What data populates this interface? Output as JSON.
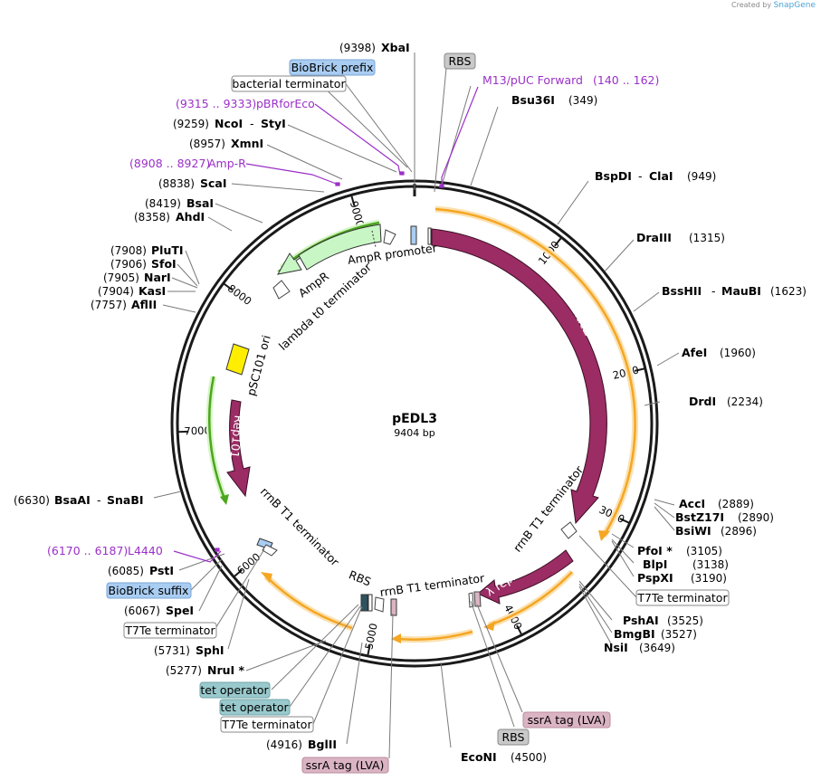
{
  "brand": {
    "created_by": "Created by",
    "name": "SnapGene"
  },
  "plasmid": {
    "name": "pEDL3",
    "size": "9404 bp"
  },
  "ticks": [
    {
      "label": "1000",
      "bp": 1000
    },
    {
      "label": "2000",
      "bp": 2000
    },
    {
      "label": "3000",
      "bp": 3000
    },
    {
      "label": "4000",
      "bp": 4000
    },
    {
      "label": "5000",
      "bp": 5000
    },
    {
      "label": "6000",
      "bp": 6000
    },
    {
      "label": "7000",
      "bp": 7000
    },
    {
      "label": "8000",
      "bp": 8000
    },
    {
      "label": "9000",
      "bp": 9000
    }
  ],
  "enzymes_top_left": [
    {
      "pos": "(9398)",
      "name": "XbaI"
    },
    {
      "pos": "(9259)",
      "name": "NcoI",
      "alt": "StyI"
    },
    {
      "pos": "(8957)",
      "name": "XmnI"
    },
    {
      "pos": "(8838)",
      "name": "ScaI"
    },
    {
      "pos": "(8419)",
      "name": "BsaI"
    },
    {
      "pos": "(8358)",
      "name": "AhdI"
    },
    {
      "pos": "(7908)",
      "name": "PluTI"
    },
    {
      "pos": "(7906)",
      "name": "SfoI"
    },
    {
      "pos": "(7905)",
      "name": "NarI"
    },
    {
      "pos": "(7904)",
      "name": "KasI"
    },
    {
      "pos": "(7757)",
      "name": "AflII"
    },
    {
      "pos": "(6630)",
      "name": "BsaAI",
      "alt": "SnaBI"
    }
  ],
  "enzymes_right": [
    {
      "pos": "(349)",
      "name": "Bsu36I"
    },
    {
      "pos": "(949)",
      "name": "BspDI",
      "alt": "ClaI"
    },
    {
      "pos": "(1315)",
      "name": "DraIII"
    },
    {
      "pos": "(1623)",
      "name": "BssHII",
      "alt": "MauBI"
    },
    {
      "pos": "(1960)",
      "name": "AfeI"
    },
    {
      "pos": "(2234)",
      "name": "DrdI"
    },
    {
      "pos": "(2889)",
      "name": "AccI"
    },
    {
      "pos": "(2890)",
      "name": "BstZ17I"
    },
    {
      "pos": "(2896)",
      "name": "BsiWI"
    },
    {
      "pos": "(3105)",
      "name": "PfoI *"
    },
    {
      "pos": "(3138)",
      "name": "BlpI"
    },
    {
      "pos": "(3190)",
      "name": "PspXI"
    },
    {
      "pos": "(3525)",
      "name": "PshAI"
    },
    {
      "pos": "(3527)",
      "name": "BmgBI"
    },
    {
      "pos": "(3649)",
      "name": "NsiI"
    }
  ],
  "enzymes_bottom_left": [
    {
      "pos": "(6085)",
      "name": "PstI"
    },
    {
      "pos": "(6067)",
      "name": "SpeI"
    },
    {
      "pos": "(5731)",
      "name": "SphI"
    },
    {
      "pos": "(5277)",
      "name": "NruI *"
    },
    {
      "pos": "(4916)",
      "name": "BglII"
    },
    {
      "pos": "(4500)",
      "name": "EcoNI"
    }
  ],
  "primers": [
    {
      "name": "M13/pUC Forward",
      "range": "(140 .. 162)"
    },
    {
      "name": "pBRforEco",
      "range": "(9315 .. 9333)"
    },
    {
      "name": "Amp-R",
      "range": "(8908 .. 8927)"
    },
    {
      "name": "L4440",
      "range": "(6170 .. 6187)"
    }
  ],
  "boxed_labels": {
    "rbs_top": "RBS",
    "biobrick_prefix": "BioBrick prefix",
    "bacterial_terminator": "bacterial terminator",
    "t7te_right": "T7Te terminator",
    "biobrick_suffix": "BioBrick suffix",
    "t7te_left": "T7Te terminator",
    "tet_operator_1": "tet operator",
    "tet_operator_2": "tet operator",
    "t7te_bottom": "T7Te terminator",
    "ssra_bottom": "ssrA tag (LVA)",
    "ssra_right": "ssrA tag (LVA)",
    "rbs_bottom": "RBS"
  },
  "feature_labels": {
    "lacz": "lacZ",
    "lambda_repressor": "λ repressor",
    "rep101": "Rep101",
    "ampr": "AmpR",
    "ampr_promoter": "AmpR promoter",
    "lambda_t0": "lambda t0 terminator",
    "psc101_ori": "pSC101 ori",
    "rrnb_right": "rrnB T1 terminator",
    "rrnb_bottom": "rrnB T1 terminator",
    "rrnb_left": "rrnB T1 terminator",
    "rbs_inner": "RBS"
  },
  "colors": {
    "lacz": "#9b2c64",
    "ampr": "#c8f7c5",
    "orange_orf": "#f5a623",
    "green_orf": "#4ca61e",
    "ori": "#ffee00",
    "primer": "#9b30c8",
    "rbs_box": "#c9c9c9",
    "biobrick_box": "#a9cdf2",
    "tet_box": "#99c9cc",
    "ssra_box": "#dbb4c3"
  }
}
